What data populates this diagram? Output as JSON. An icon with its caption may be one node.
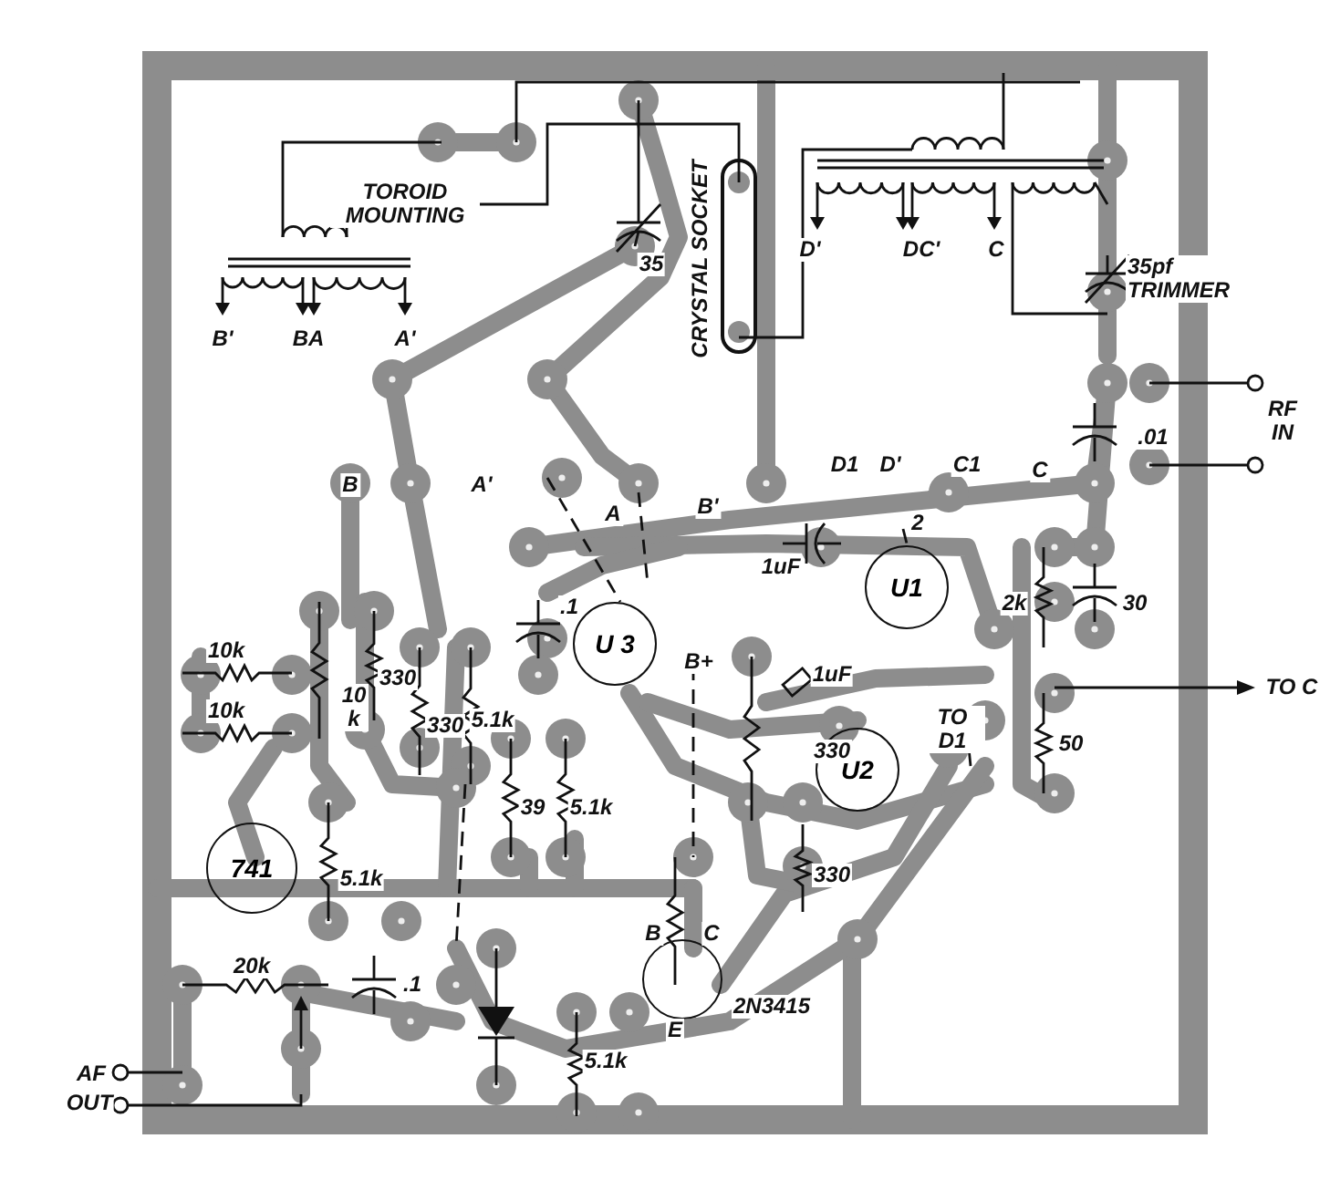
{
  "diagram": {
    "nodes": [
      {
        "text": [
          "U1"
        ],
        "beside": [
          "2"
        ]
      },
      {
        "text": [
          "U 3"
        ]
      },
      {
        "text": [
          "U2"
        ],
        "beside": [
          "TO D1"
        ]
      },
      {
        "text": [
          "741"
        ]
      },
      {
        "text": [],
        "shape": "circle",
        "beside": [
          "B",
          "C",
          "2N3415",
          "E"
        ]
      }
    ],
    "edges": [],
    "labels": [
      "TOROID MOUNTING",
      "35",
      "CRYSTAL SOCKET",
      "D'",
      "DC'",
      "C",
      "35pf TRIMMER",
      "B'",
      "BA",
      "A'",
      "RF IN",
      ".01",
      "D1",
      "D'",
      "C1",
      "C",
      "B",
      "A'",
      "A",
      "B'",
      ".1",
      "1uF",
      "2k",
      "30",
      "10k",
      "330",
      "B+",
      "1uF",
      "TO C",
      "10k",
      "10 k",
      "330",
      "5.1k",
      "330",
      "50",
      "39",
      "5.1k",
      "5.1k",
      "330",
      "20k",
      ".1",
      "5.1k",
      "AF",
      "OUT"
    ]
  }
}
